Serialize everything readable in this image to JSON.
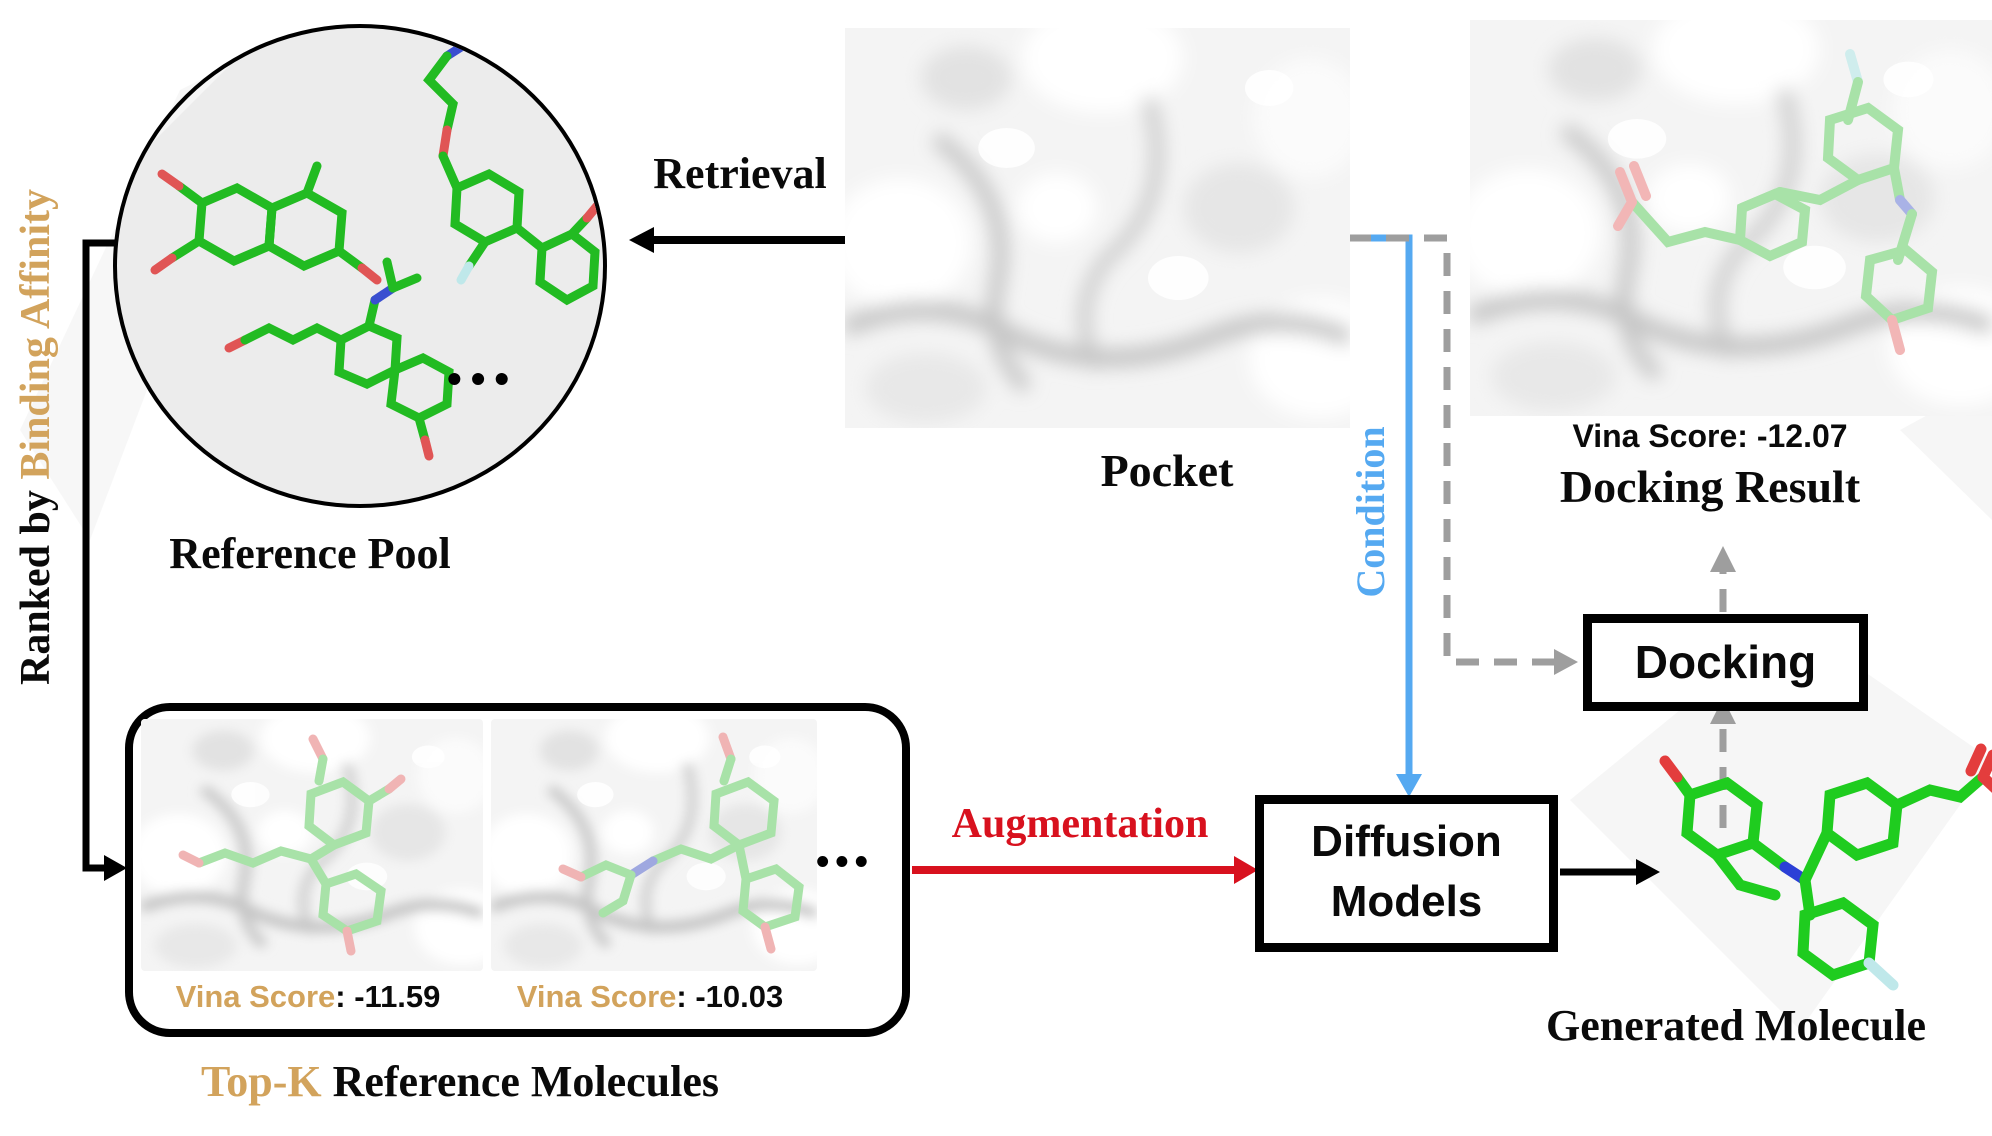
{
  "figure": {
    "reference_pool": {
      "label": "Reference Pool",
      "ellipsis": "•••"
    },
    "ranked_axis": {
      "prefix": "Ranked by ",
      "highlight": "Binding Affinity"
    },
    "retrieval_label": "Retrieval",
    "pocket_label": "Pocket",
    "condition_label": "Condition",
    "augmentation_label": "Augmentation",
    "docking_box_label": "Docking",
    "diffusion_box": {
      "line1": "Diffusion",
      "line2": "Models"
    },
    "docking_result": {
      "vina_label": "Vina Score",
      "vina_value": ": -12.07",
      "caption": "Docking Result"
    },
    "top_k": {
      "scores": [
        {
          "vina_label": "Vina Score",
          "vina_value": ": -11.59"
        },
        {
          "vina_label": "Vina Score",
          "vina_value": ": -10.03"
        }
      ],
      "ellipsis": "•••",
      "caption_highlight": "Top-K",
      "caption_rest": " Reference Molecules"
    },
    "generated_label": "Generated Molecule"
  },
  "colors": {
    "accent_tan": "#D2A35C",
    "accent_red": "#D8111E",
    "accent_blue": "#55A9F1",
    "dash_gray": "#9E9E9E",
    "molecule_green": "#22CC22",
    "pale_green": "#A8E2A8",
    "pool_fill": "#ECECEC"
  }
}
